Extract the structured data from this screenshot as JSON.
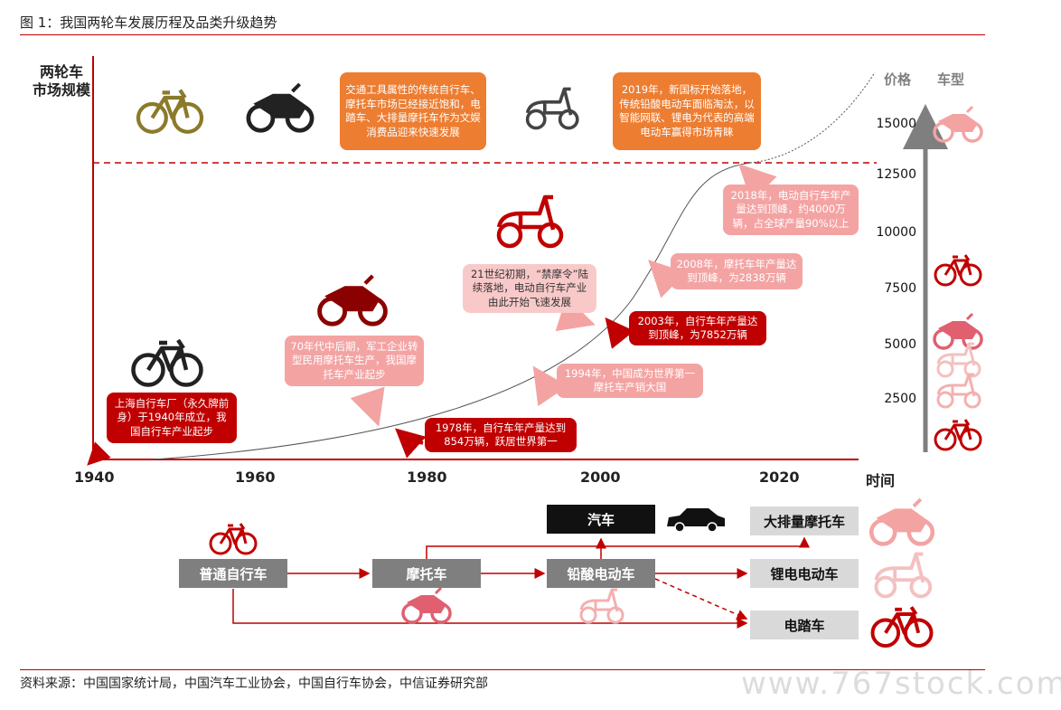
{
  "title": "图 1：我国两轮车发展历程及品类升级趋势",
  "source": "资料来源：中国国家统计局，中国汽车工业协会，中国自行车协会，中信证券研究部",
  "watermark": "www.767stock.com",
  "axes": {
    "y_label_line1": "两轮车",
    "y_label_line2": "市场规模",
    "x_label": "时间",
    "price_label": "价格",
    "model_label": "车型"
  },
  "x_ticks": [
    "1940",
    "1960",
    "1980",
    "2000",
    "2020"
  ],
  "y_ticks": [
    "15000",
    "12500",
    "10000",
    "7500",
    "5000",
    "2500"
  ],
  "colors": {
    "red": "#c00000",
    "orange": "#ed7d31",
    "lightred": "#f4a3a3",
    "pink": "#f9c9c9",
    "grey": "#7f7f7f"
  },
  "callouts": {
    "c1940": "上海自行车厂（永久牌前身）于1940年成立，我国自行车产业起步",
    "c1970s": "70年代中后期，军工企业转型民用摩托车生产，我国摩托车产业起步",
    "c1978": "1978年，自行车年产量达到854万辆，跃居世界第一",
    "c1994": "1994年，中国成为世界第一摩托车产销大国",
    "c2003": "2003年，自行车年产量达到顶峰，为7852万辆",
    "c21": "21世纪初期，“禁摩令”陆续落地，电动自行车产业由此开始飞速发展",
    "c2008": "2008年，摩托车年产量达到顶峰，为2838万辆",
    "c2018": "2018年，电动自行车年产量达到顶峰，约4000万辆，占全球产量90%以上",
    "c_top_left": "交通工具属性的传统自行车、摩托车市场已经接近饱和，电踏车、大排量摩托车作为文娱消费品迎来快速发展",
    "c_top_right": "2019年，新国标开始落地，传统铅酸电动车面临淘汰，以智能网联、锂电为代表的高端电动车赢得市场青睐"
  },
  "flow": {
    "ordinary_bike": "普通自行车",
    "motorcycle": "摩托车",
    "lead_acid_ebike": "铅酸电动车",
    "car": "汽车",
    "big_motorcycle": "大排量摩托车",
    "lithium_ebike": "锂电电动车",
    "ebike_pedal": "电踏车"
  },
  "icons": {
    "bicycle": "bicycle-icon",
    "motorcycle": "motorcycle-icon",
    "scooter": "scooter-icon",
    "car": "car-icon"
  }
}
